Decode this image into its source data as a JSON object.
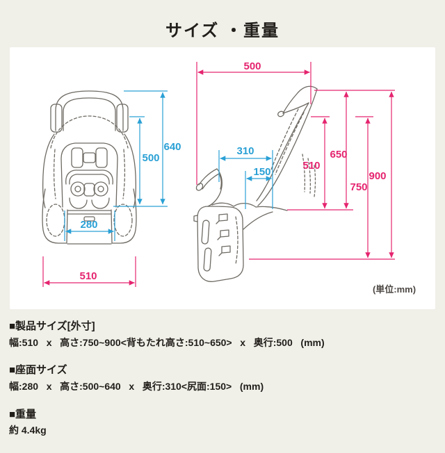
{
  "title": "サイズ ・重量",
  "diagram": {
    "unit": "(単位:mm)",
    "front": {
      "h640": "640",
      "h500": "500",
      "w280": "280",
      "w510": "510"
    },
    "side": {
      "w500": "500",
      "d310": "310",
      "d150": "150",
      "h510": "510",
      "h650": "650",
      "h750": "750",
      "h900": "900"
    },
    "colors": {
      "inner_dim_cyan": "#2aa0d5",
      "outer_dim_pink": "#e5246f",
      "line_art_gray": "#6e6a63"
    }
  },
  "specs": [
    {
      "heading": "■製品サイズ[外寸]",
      "value": "幅:510   x   高さ:750~900<背もたれ高さ:510~650>   x   奥行:500   (mm)"
    },
    {
      "heading": "■座面サイズ",
      "value": "幅:280   x   高さ:500~640   x   奥行:310<尻面:150>   (mm)"
    },
    {
      "heading": "■重量",
      "value": "約 4.4kg"
    }
  ],
  "weight_value": "約 4.4kg"
}
